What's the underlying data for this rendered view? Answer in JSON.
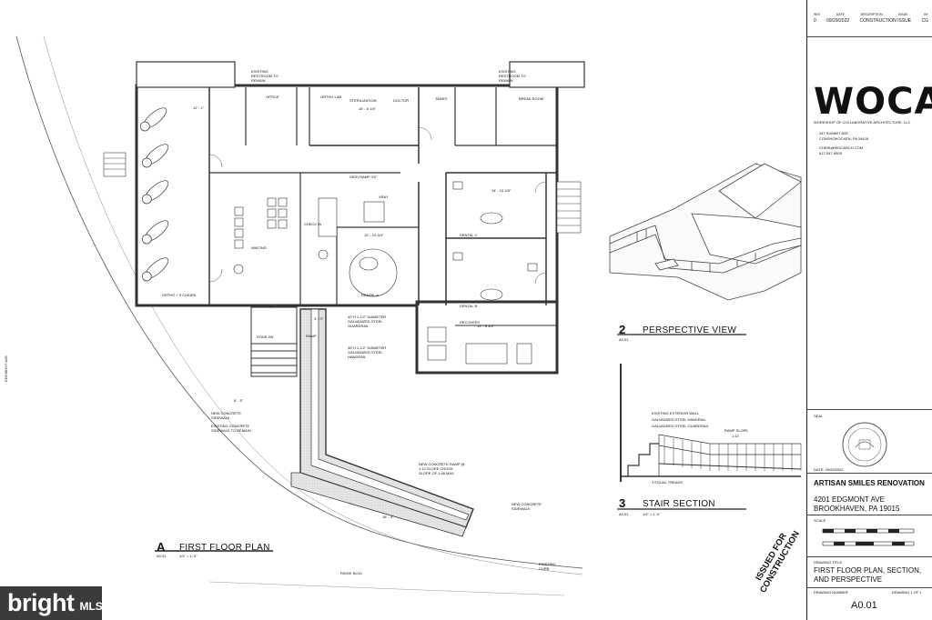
{
  "plan": {
    "title_marker": "A",
    "title": "FIRST FLOOR PLAN",
    "sheet_ref": "A0.01",
    "scale": "1/4\" = 1'-0\"",
    "rooms": {
      "office": "OFFICE",
      "ortho_lab": "ORTHO LAB",
      "sterilization": "STERILIZATION",
      "doctor": "DOCTOR",
      "tank": "TANKS",
      "break_room": "BREAK ROOM",
      "waiting": "WAITING",
      "checkin": "CHECK IN",
      "xray": "XRAY",
      "high_ramp": "HIGH RAMP 3'0\"",
      "dental_c": "DENTAL C",
      "dental_b": "DENTAL B",
      "dental_a": "DENTAL A",
      "recovery": "RECOVERY",
      "ortho_chairs": "ORTHO + 5 CHAIRS",
      "ramp": "RAMP",
      "stair_dn": "STAIR DN"
    },
    "notes": {
      "existing_restroom_1": "EXISTING RESTROOM TO REMAIN",
      "existing_restroom_2": "EXISTING RESTROOM TO REMAIN",
      "handrail_1": "42\"H 1-1/2\" DIAMETER GALVANIZED STEEL GUARDRAIL",
      "handrail_2": "36\"H 1-1/2\" DIAMETER GALVANIZED STEEL HANDRAIL",
      "new_sidewalk": "NEW CONCRETE SIDEWALK",
      "existing_sidewalk": "EXISTING CONCRETE SIDEWALK TO REMAIN",
      "new_ramp": "NEW CONCRETE RAMP @ 1:12 SLOPE CROSS SLOPE OF 1:48 MAX.",
      "new_sidewalk_2": "NEW CONCRETE SIDEWALK",
      "existing_curb": "EXISTING CURB",
      "street_west": "EDGMONT AVE",
      "street_south": "RIDGE BLVD",
      "dims": [
        "12' - 1\"",
        "16' - 8 1/4\"",
        "12' - 10 3/4\"",
        "14' - 10 1/8\"",
        "19' - 8 3/4\"",
        "18' - 4\"",
        "8' - 5\"",
        "3' - 0\""
      ]
    }
  },
  "perspective": {
    "number": "2",
    "title": "PERSPECTIVE VIEW",
    "ref": "A0.01"
  },
  "section": {
    "number": "3",
    "title": "STAIR SECTION",
    "ref": "A0.01",
    "scale": "1/4\" = 1'-0\"",
    "notes": {
      "wall": "EXISTING EXTERIOR WALL",
      "handrail": "GALVANIZED STEEL HANDRAIL",
      "guardrail": "GALVANIZED STEEL GUARDRAIL",
      "ramp_slope": "RAMP SLOPE",
      "slope_value": "1:12",
      "treads": "3 EQUAL TREADS"
    }
  },
  "title_block": {
    "rev_header": [
      "REV",
      "DATE",
      "DESCRIPTION",
      "ISSUE",
      "BY"
    ],
    "rev_row": [
      "0",
      "09/29/2022",
      "CONSTRUCTION ISSUE",
      "CG"
    ],
    "firm_logo": "WOCA",
    "firm_name": "WORKSHOP OF COLLABORATIVE ARCHITECTURE, LLC",
    "address_1": "347 SUMMIT AVE",
    "address_2": "CONSHOHOCKEN, PA 19428",
    "email": "CHRIS@WOCARCH.COM",
    "phone": "617-547-9809",
    "seal_label": "SEAL",
    "seal_date": "DATE: 09/29/2022",
    "project_name": "ARTISAN SMILES RENOVATION",
    "project_address_1": "4201 EDGMONT AVE",
    "project_address_2": "BROOKHAVEN, PA 19015",
    "scale_label": "SCALE",
    "drawing_title_label": "DRAWING TITLE",
    "drawing_title_1": "FIRST FLOOR PLAN, SECTION,",
    "drawing_title_2": "AND PERSPECTIVE",
    "drawing_number_label": "DRAWING NUMBER",
    "drawing_of_label": "DRAWING 1 OF 1",
    "drawing_number": "A0.01",
    "issued_stamp_1": "ISSUED FOR",
    "issued_stamp_2": "CONSTRUCTION"
  },
  "watermark": {
    "brand": "bright",
    "suffix": "MLS"
  }
}
